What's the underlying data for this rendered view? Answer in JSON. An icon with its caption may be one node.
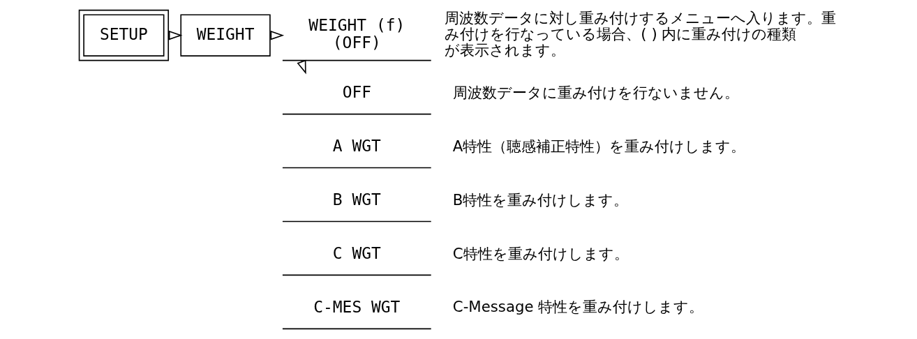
{
  "diagram": {
    "nodes": [
      {
        "text": [
          "SETUP"
        ]
      },
      {
        "text": [
          "WEIGHT"
        ]
      },
      {
        "text": [
          "WEIGHT (f)",
          "(OFF)"
        ],
        "beside": [
          "周波数データに対し重み付けするメニューへ入ります。重み付けを行なっている場合、( ) 内に重み付けの種類が表示されます。"
        ]
      },
      {
        "text": [
          "OFF"
        ],
        "beside": [
          "周波数データに重み付けを行ないません。"
        ]
      },
      {
        "text": [
          "A WGT"
        ],
        "beside": [
          "A特性（聴感補正特性）を重み付けします。"
        ]
      },
      {
        "text": [
          "B WGT"
        ],
        "beside": [
          "B特性を重み付けします。"
        ]
      },
      {
        "text": [
          "C WGT"
        ],
        "beside": [
          "C特性を重み付けします。"
        ]
      },
      {
        "text": [
          "C-MES WGT"
        ],
        "beside": [
          "C-Message 特性を重み付けします。"
        ]
      }
    ],
    "edges": [
      {
        "from": 0,
        "to": 1,
        "arrow": "to"
      },
      {
        "from": 1,
        "to": 2,
        "arrow": "to"
      },
      {
        "from": 2,
        "to": 3,
        "arrow": "to"
      }
    ]
  }
}
